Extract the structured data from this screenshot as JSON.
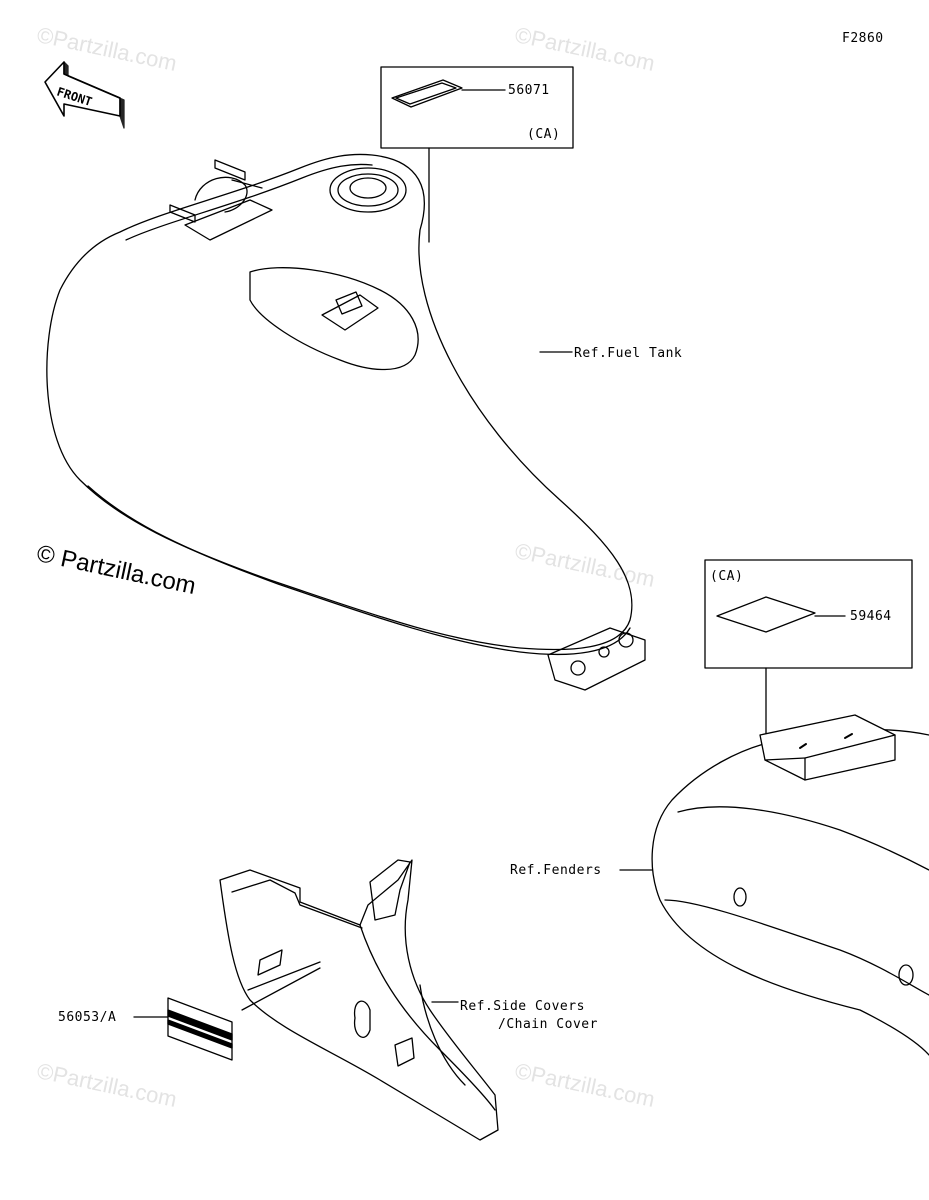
{
  "diagram_id": "F2860",
  "front_label": "FRONT",
  "watermark": "©Partzilla.com",
  "watermark_main": "© Partzilla.com",
  "callouts": {
    "part_56071": "56071",
    "part_56071_region": "(CA)",
    "fuel_tank_ref": "Ref.Fuel Tank",
    "part_59464_region": "(CA)",
    "part_59464": "59464",
    "fenders_ref": "Ref.Fenders",
    "side_covers_ref_line1": "Ref.Side Covers",
    "side_covers_ref_line2": "/Chain Cover",
    "part_56053": "56053/A"
  }
}
